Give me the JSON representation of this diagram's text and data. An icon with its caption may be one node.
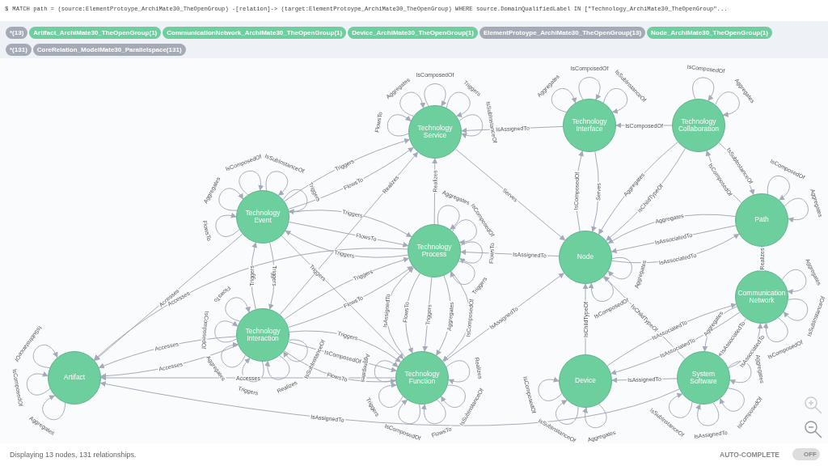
{
  "diagram": {
    "nodes": [
      {
        "text": [
          "Technology Service"
        ]
      },
      {
        "text": [
          "Technology Interface"
        ]
      },
      {
        "text": [
          "Technology Collaboration"
        ]
      },
      {
        "text": [
          "Technology Event"
        ]
      },
      {
        "text": [
          "Path"
        ]
      },
      {
        "text": [
          "Technology Process"
        ]
      },
      {
        "text": [
          "Node"
        ]
      },
      {
        "text": [
          "Communication Network"
        ]
      },
      {
        "text": [
          "Technology Interaction"
        ]
      },
      {
        "text": [
          "Artifact"
        ]
      },
      {
        "text": [
          "Technology Function"
        ]
      },
      {
        "text": [
          "Device"
        ]
      },
      {
        "text": [
          "System Software"
        ]
      }
    ],
    "edges": [
      {
        "from": 0,
        "to": 0,
        "arrow": "to",
        "label": "FlowsTo"
      },
      {
        "from": 0,
        "to": 0,
        "arrow": "to",
        "label": "Aggregates"
      },
      {
        "from": 0,
        "to": 0,
        "arrow": "to",
        "label": "IsComposedOf"
      },
      {
        "from": 0,
        "to": 0,
        "arrow": "to",
        "label": "Triggers"
      },
      {
        "from": 0,
        "to": 0,
        "arrow": "to",
        "label": "IsSubInstanceOf"
      },
      {
        "from": 1,
        "to": 0,
        "arrow": "to",
        "label": "IsAssignedTo"
      },
      {
        "from": 1,
        "to": 1,
        "arrow": "to",
        "label": "Aggregates"
      },
      {
        "from": 1,
        "to": 1,
        "arrow": "to",
        "label": "IsComposedOf"
      },
      {
        "from": 1,
        "to": 1,
        "arrow": "to",
        "label": "IsSubInstanceOf"
      },
      {
        "from": 2,
        "to": 1,
        "arrow": "to",
        "label": "IsComposedOf"
      },
      {
        "from": 2,
        "to": 2,
        "arrow": "to",
        "label": "IsComposedOf"
      },
      {
        "from": 2,
        "to": 2,
        "arrow": "to",
        "label": "Aggregates"
      },
      {
        "from": 2,
        "to": 6,
        "arrow": "to",
        "label": "IsChildTypeOf"
      },
      {
        "from": 2,
        "to": 6,
        "arrow": "to",
        "label": "Aggregates"
      },
      {
        "from": 2,
        "to": 4,
        "arrow": "to",
        "label": "IsSubInstanceOf"
      },
      {
        "from": 4,
        "to": 2,
        "arrow": "to",
        "label": "IsComposedOf"
      },
      {
        "from": 3,
        "to": 0,
        "arrow": "to",
        "label": "FlowsTo"
      },
      {
        "from": 3,
        "to": 0,
        "arrow": "to",
        "label": "Triggers"
      },
      {
        "from": 3,
        "to": 3,
        "arrow": "to",
        "label": "FlowsTo"
      },
      {
        "from": 3,
        "to": 3,
        "arrow": "to",
        "label": "Aggregates"
      },
      {
        "from": 3,
        "to": 3,
        "arrow": "to",
        "label": "IsComposedOf"
      },
      {
        "from": 3,
        "to": 3,
        "arrow": "to",
        "label": "IsSubInstanceOf"
      },
      {
        "from": 3,
        "to": 3,
        "arrow": "to",
        "label": "Triggers"
      },
      {
        "from": 3,
        "to": 5,
        "arrow": "to",
        "label": "Triggers"
      },
      {
        "from": 3,
        "to": 5,
        "arrow": "to",
        "label": "FlowsTo"
      },
      {
        "from": 3,
        "to": 9,
        "arrow": "to",
        "label": "Accesses"
      },
      {
        "from": 3,
        "to": 8,
        "arrow": "to",
        "label": "Triggers"
      },
      {
        "from": 3,
        "to": 10,
        "arrow": "to",
        "label": "Triggers"
      },
      {
        "from": 4,
        "to": 4,
        "arrow": "to",
        "label": "IsComposedOf"
      },
      {
        "from": 4,
        "to": 4,
        "arrow": "to",
        "label": "Aggregates"
      },
      {
        "from": 6,
        "to": 4,
        "arrow": "to",
        "label": "IsAssociatedTo"
      },
      {
        "from": 4,
        "to": 6,
        "arrow": "to",
        "label": "IsAssociatedTo"
      },
      {
        "from": 4,
        "to": 6,
        "arrow": "to",
        "label": "Aggregates"
      },
      {
        "from": 5,
        "to": 0,
        "arrow": "to",
        "label": "Realizes"
      },
      {
        "from": 5,
        "to": 3,
        "arrow": "to",
        "label": "Triggers"
      },
      {
        "from": 5,
        "to": 5,
        "arrow": "to",
        "label": "Aggregates"
      },
      {
        "from": 5,
        "to": 5,
        "arrow": "to",
        "label": "IsComposedOf"
      },
      {
        "from": 5,
        "to": 5,
        "arrow": "to",
        "label": "FlowsTo"
      },
      {
        "from": 5,
        "to": 5,
        "arrow": "to",
        "label": "Triggers"
      },
      {
        "from": 5,
        "to": 9,
        "arrow": "to",
        "label": "Accesses"
      },
      {
        "from": 5,
        "to": 10,
        "arrow": "to",
        "label": "IsComposedOf"
      },
      {
        "from": 5,
        "to": 10,
        "arrow": "to",
        "label": "Aggregates"
      },
      {
        "from": 5,
        "to": 10,
        "arrow": "to",
        "label": "Triggers"
      },
      {
        "from": 5,
        "to": 10,
        "arrow": "to",
        "label": "FlowsTo"
      },
      {
        "from": 0,
        "to": 6,
        "arrow": "to",
        "label": "Serves"
      },
      {
        "from": 1,
        "to": 6,
        "arrow": "to",
        "label": "Serves"
      },
      {
        "from": 6,
        "to": 1,
        "arrow": "to",
        "label": "IsComposedOf"
      },
      {
        "from": 6,
        "to": 5,
        "arrow": "to",
        "label": "IsAssignedTo"
      },
      {
        "from": 6,
        "to": 6,
        "arrow": "to",
        "label": "Aggregates"
      },
      {
        "from": 6,
        "to": 6,
        "arrow": "to",
        "label": "IsComposedOf"
      },
      {
        "from": 7,
        "to": 4,
        "arrow": "to",
        "label": "Realizes"
      },
      {
        "from": 7,
        "to": 7,
        "arrow": "to",
        "label": "Aggregates"
      },
      {
        "from": 7,
        "to": 7,
        "arrow": "to",
        "label": "IsSubInstanceOf"
      },
      {
        "from": 7,
        "to": 7,
        "arrow": "to",
        "label": "IsComposedOf"
      },
      {
        "from": 7,
        "to": 11,
        "arrow": "to",
        "label": "IsAssociatedTo"
      },
      {
        "from": 8,
        "to": 9,
        "arrow": "to",
        "label": "Accesses"
      },
      {
        "from": 8,
        "to": 9,
        "arrow": "to",
        "label": "Accesses"
      },
      {
        "from": 8,
        "to": 0,
        "arrow": "to",
        "label": "Realizes"
      },
      {
        "from": 8,
        "to": 3,
        "arrow": "to",
        "label": "Triggers"
      },
      {
        "from": 8,
        "to": 5,
        "arrow": "to",
        "label": "FlowsTo"
      },
      {
        "from": 8,
        "to": 5,
        "arrow": "to",
        "label": "Triggers"
      },
      {
        "from": 8,
        "to": 8,
        "arrow": "to",
        "label": "IsSubInstanceOf"
      },
      {
        "from": 8,
        "to": 8,
        "arrow": "to",
        "label": "Realizes"
      },
      {
        "from": 8,
        "to": 8,
        "arrow": "to",
        "label": "Triggers"
      },
      {
        "from": 8,
        "to": 8,
        "arrow": "to",
        "label": "Aggregates"
      },
      {
        "from": 8,
        "to": 8,
        "arrow": "to",
        "label": "IsComposedOf"
      },
      {
        "from": 8,
        "to": 8,
        "arrow": "to",
        "label": "FlowsTo"
      },
      {
        "from": 8,
        "to": 10,
        "arrow": "to",
        "label": "Triggers"
      },
      {
        "from": 8,
        "to": 10,
        "arrow": "to",
        "label": "IsComposedOf"
      },
      {
        "from": 8,
        "to": 10,
        "arrow": "to",
        "label": "FlowsTo"
      },
      {
        "from": 9,
        "to": 9,
        "arrow": "to",
        "label": "Aggregates"
      },
      {
        "from": 9,
        "to": 9,
        "arrow": "to",
        "label": "IsComposedOf"
      },
      {
        "from": 9,
        "to": 9,
        "arrow": "to",
        "label": "IsSubInstanceOf"
      },
      {
        "from": 10,
        "to": 9,
        "arrow": "to",
        "label": "Accesses"
      },
      {
        "from": 10,
        "to": 5,
        "arrow": "to",
        "label": "IsAssignedTo"
      },
      {
        "from": 10,
        "to": 6,
        "arrow": "to",
        "label": "IsAssignedTo"
      },
      {
        "from": 10,
        "to": 10,
        "arrow": "to",
        "label": "Realizes"
      },
      {
        "from": 10,
        "to": 10,
        "arrow": "to",
        "label": "IsSubInstanceOf"
      },
      {
        "from": 10,
        "to": 10,
        "arrow": "to",
        "label": "FlowsTo"
      },
      {
        "from": 10,
        "to": 10,
        "arrow": "to",
        "label": "IsComposedOf"
      },
      {
        "from": 10,
        "to": 10,
        "arrow": "to",
        "label": "Triggers"
      },
      {
        "from": 10,
        "to": 10,
        "arrow": "to",
        "label": "Aggregates"
      },
      {
        "from": 11,
        "to": 6,
        "arrow": "to",
        "label": "IsChildTypeOf"
      },
      {
        "from": 11,
        "to": 7,
        "arrow": "to",
        "label": "IsAssociatedTo"
      },
      {
        "from": 11,
        "to": 11,
        "arrow": "to",
        "label": "Aggregates"
      },
      {
        "from": 11,
        "to": 11,
        "arrow": "to",
        "label": "IsSubInstanceOf"
      },
      {
        "from": 11,
        "to": 11,
        "arrow": "to",
        "label": "IsComposedOf"
      },
      {
        "from": 12,
        "to": 6,
        "arrow": "to",
        "label": "IsChildTypeOf"
      },
      {
        "from": 12,
        "to": 11,
        "arrow": "to",
        "label": "IsAssignedTo"
      },
      {
        "from": 12,
        "to": 9,
        "arrow": "to",
        "label": "IsAssignedTo"
      },
      {
        "from": 12,
        "to": 7,
        "arrow": "to",
        "label": "IsAssociatedTo"
      },
      {
        "from": 7,
        "to": 12,
        "arrow": "to",
        "label": "IsAssociatedTo"
      },
      {
        "from": 7,
        "to": 12,
        "arrow": "to",
        "label": "Aggregates"
      },
      {
        "from": 12,
        "to": 12,
        "arrow": "to",
        "label": "Aggregates"
      },
      {
        "from": 12,
        "to": 12,
        "arrow": "to",
        "label": "IsComposedOf"
      },
      {
        "from": 12,
        "to": 12,
        "arrow": "to",
        "label": "IsAssignedTo"
      },
      {
        "from": 12,
        "to": 12,
        "arrow": "to",
        "label": "IsSubInstanceOf"
      }
    ],
    "labels": [
      "$",
      "MATCH path = (source:ElementProtoype_ArchiMate30_TheOpenGroup) -[relation]-> (target:ElementProtoype_ArchiMate30_TheOpenGroup) WHERE source.DomainQualifiedLabel IN [\"Technology_ArchiMate30_TheOpenGroup\"...",
      "*(13)",
      "Artifact_ArchiMate30_TheOpenGroup(1)",
      "CommunicationNetwork_ArchiMate30_TheOpenGroup(1)",
      "Device_ArchiMate30_TheOpenGroup(1)",
      "ElementProtoype_ArchiMate30_TheOpenGroup(13)",
      "Node_ArchiMate30_TheOpenGroup(1)",
      "*(131)",
      "CoreRelation_ModelMate30_Parallelspace(131)",
      "Displaying 13 nodes, 131 relationships.",
      "AUTO-COMPLETE",
      "OFF"
    ]
  }
}
